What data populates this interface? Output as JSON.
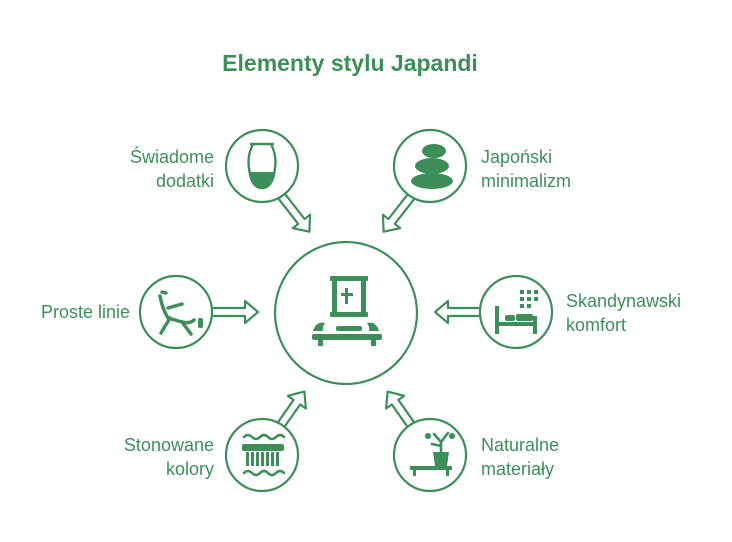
{
  "title": "Elementy stylu Japandi",
  "colors": {
    "accent": "#3e8e5a",
    "background": "#ffffff"
  },
  "center": {
    "icon": "zen-altar-icon"
  },
  "nodes": [
    {
      "id": "swiadome-dodatki",
      "line1": "Świadome",
      "line2": "dodatki",
      "icon": "vase-icon"
    },
    {
      "id": "japonski-minimalizm",
      "line1": "Japoński",
      "line2": "minimalizm",
      "icon": "stacked-stones-icon"
    },
    {
      "id": "proste-linie",
      "line1": "Proste linie",
      "line2": "",
      "icon": "lounge-chair-icon"
    },
    {
      "id": "skandynawski-komfort",
      "line1": "Skandynawski",
      "line2": "komfort",
      "icon": "bed-icon"
    },
    {
      "id": "stonowane-kolory",
      "line1": "Stonowane",
      "line2": "kolory",
      "icon": "paint-brush-icon"
    },
    {
      "id": "naturalne-materialy",
      "line1": "Naturalne",
      "line2": "materiały",
      "icon": "bonsai-table-icon"
    }
  ]
}
